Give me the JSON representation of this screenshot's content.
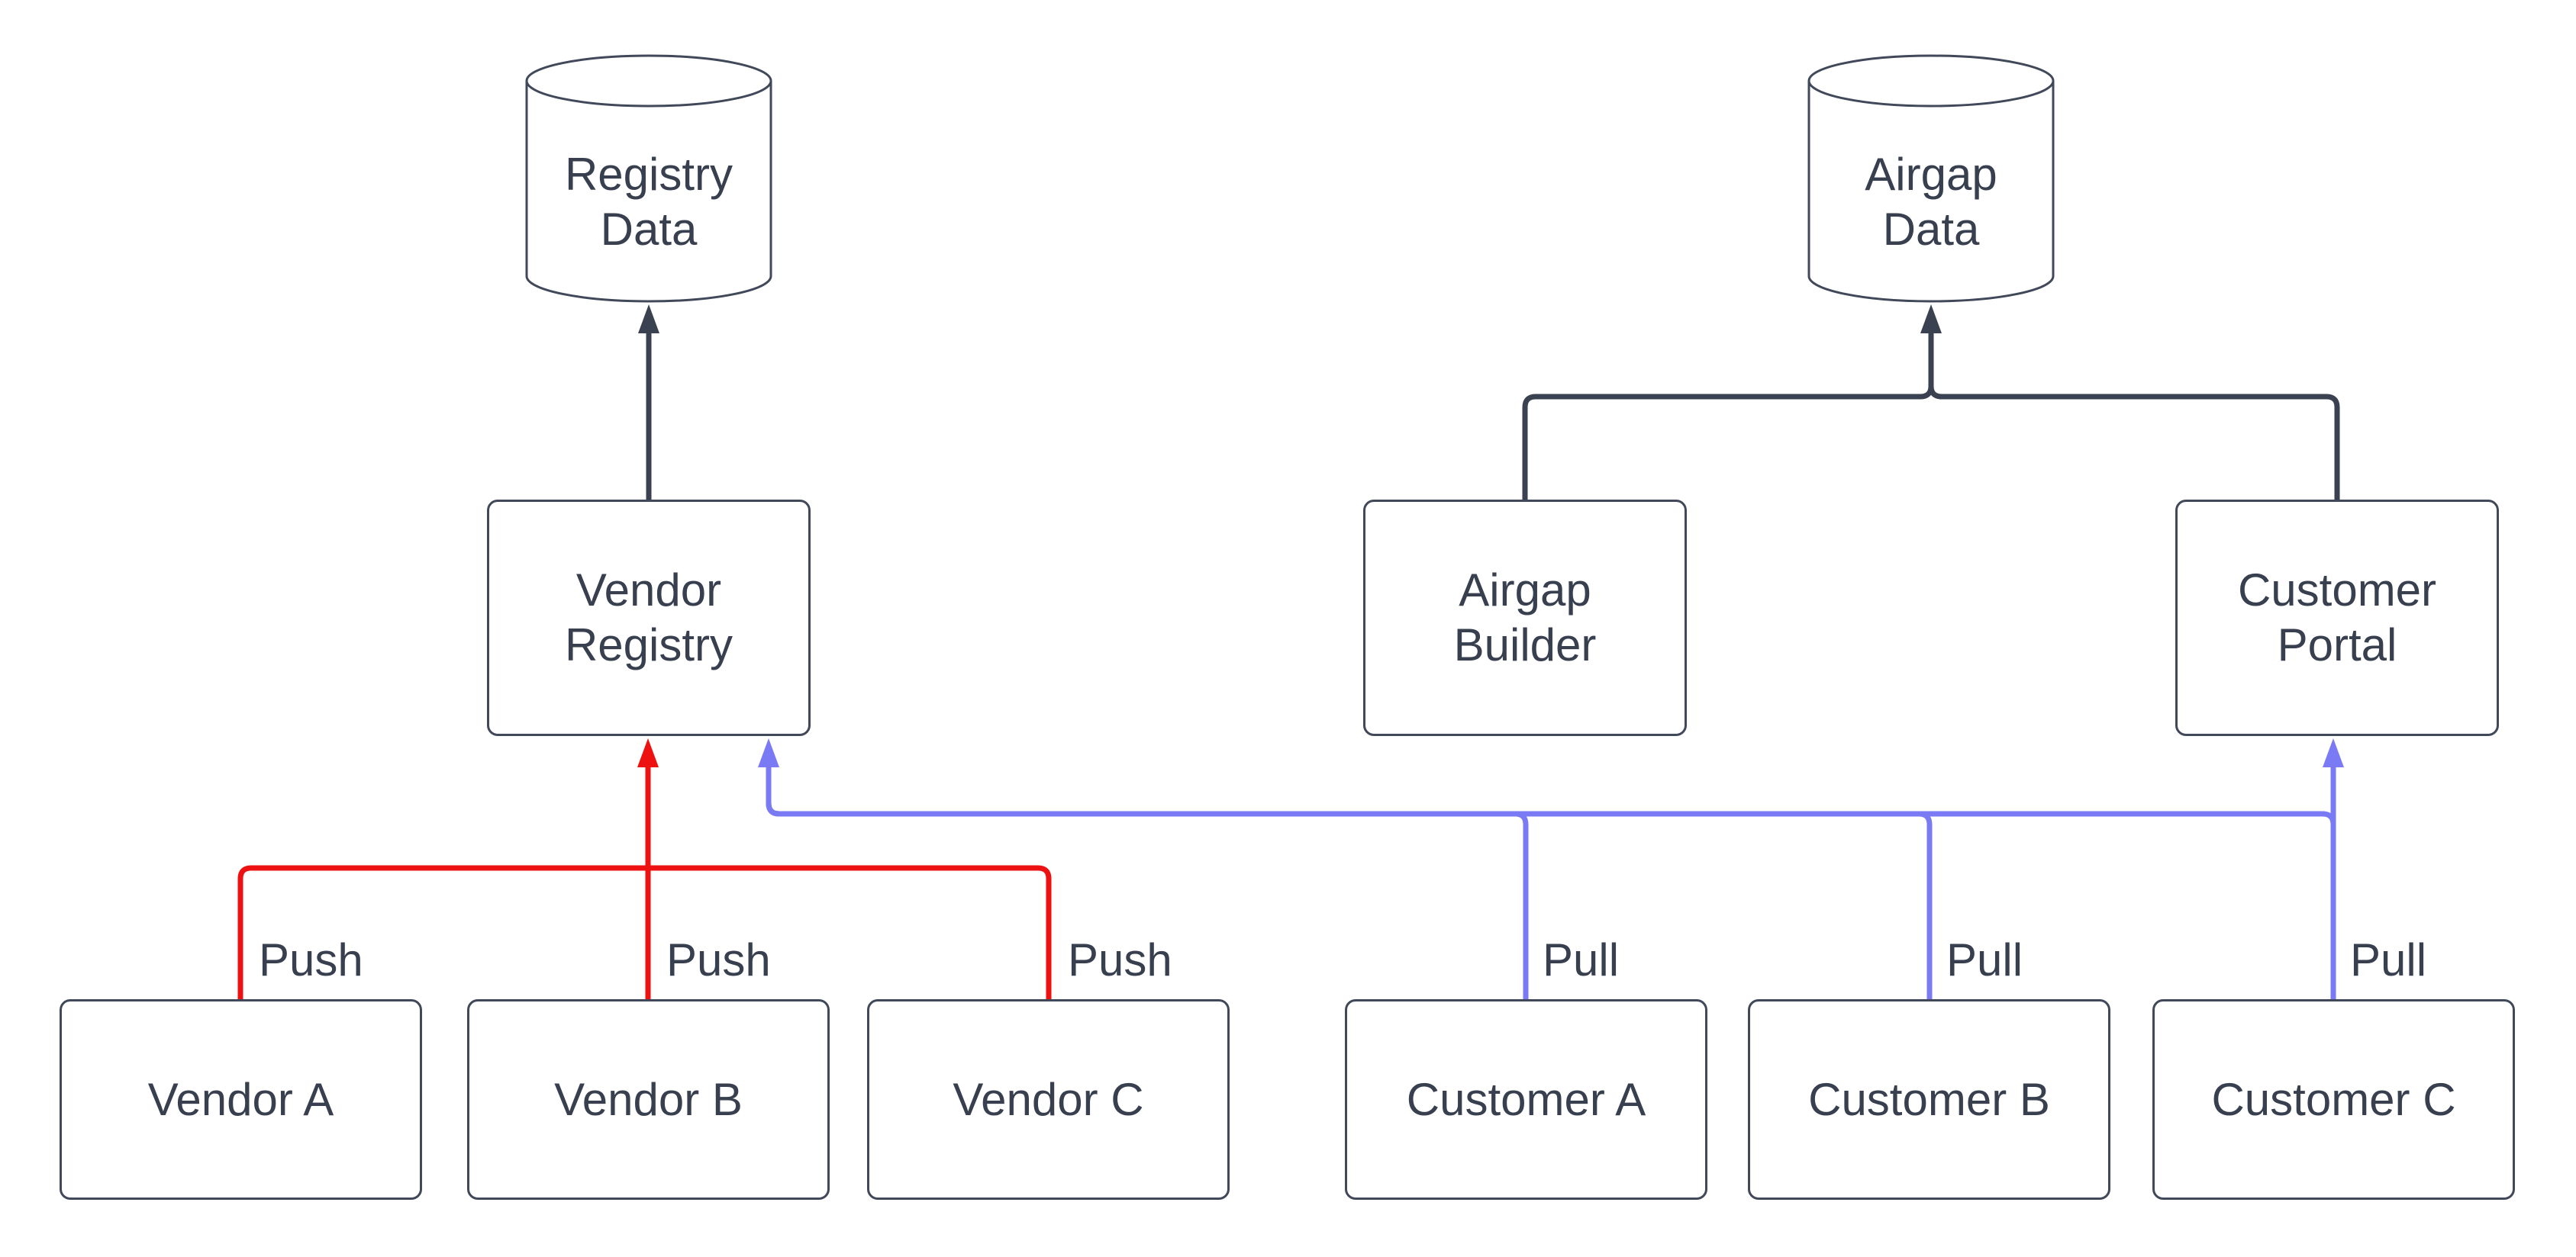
{
  "colors": {
    "push": "#ed1111",
    "pull": "#7a7af5",
    "flow": "#3a4150",
    "node-border": "#404859",
    "text": "#383f4e",
    "bg": "#ffffff"
  },
  "nodes": {
    "registry_data": "Registry Data",
    "airgap_data": "Airgap Data",
    "vendor_registry": "Vendor Registry",
    "airgap_builder": "Airgap Builder",
    "customer_portal": "Customer Portal",
    "vendor_a": "Vendor A",
    "vendor_b": "Vendor B",
    "vendor_c": "Vendor C",
    "customer_a": "Customer A",
    "customer_b": "Customer B",
    "customer_c": "Customer C"
  },
  "edge_labels": {
    "push": "Push",
    "pull": "Pull"
  },
  "edges": [
    {
      "from": "Vendor Registry",
      "to": "Registry Data",
      "label": "",
      "color": "flow"
    },
    {
      "from": "Airgap Builder",
      "to": "Airgap Data",
      "label": "",
      "color": "flow"
    },
    {
      "from": "Customer Portal",
      "to": "Airgap Data",
      "label": "",
      "color": "flow"
    },
    {
      "from": "Vendor A",
      "to": "Vendor Registry",
      "label": "Push",
      "color": "push"
    },
    {
      "from": "Vendor B",
      "to": "Vendor Registry",
      "label": "Push",
      "color": "push"
    },
    {
      "from": "Vendor C",
      "to": "Vendor Registry",
      "label": "Push",
      "color": "push"
    },
    {
      "from": "Customer A",
      "to": "Vendor Registry",
      "label": "Pull",
      "color": "pull"
    },
    {
      "from": "Customer B",
      "to": "Vendor Registry",
      "label": "Pull",
      "color": "pull"
    },
    {
      "from": "Customer C",
      "to": "Vendor Registry",
      "label": "Pull",
      "color": "pull"
    },
    {
      "from": "Customer C",
      "to": "Customer Portal",
      "label": "",
      "color": "pull"
    }
  ]
}
